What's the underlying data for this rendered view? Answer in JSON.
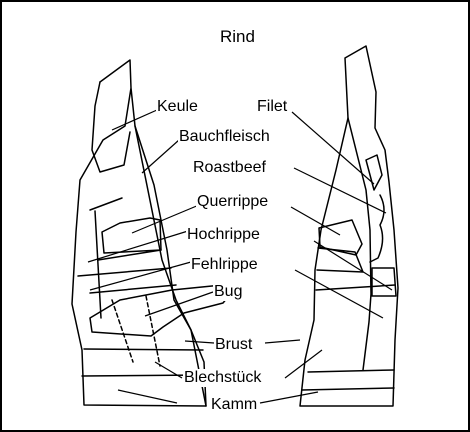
{
  "title": "Rind",
  "labels": {
    "keule": "Keule",
    "filet": "Filet",
    "bauchfleisch": "Bauchfleisch",
    "roastbeef": "Roastbeef",
    "querrippe": "Querrippe",
    "hochrippe": "Hochrippe",
    "fehlrippe": "Fehlrippe",
    "bug": "Bug",
    "brust": "Brust",
    "blechstueck": "Blechstück",
    "kamm": "Kamm"
  }
}
